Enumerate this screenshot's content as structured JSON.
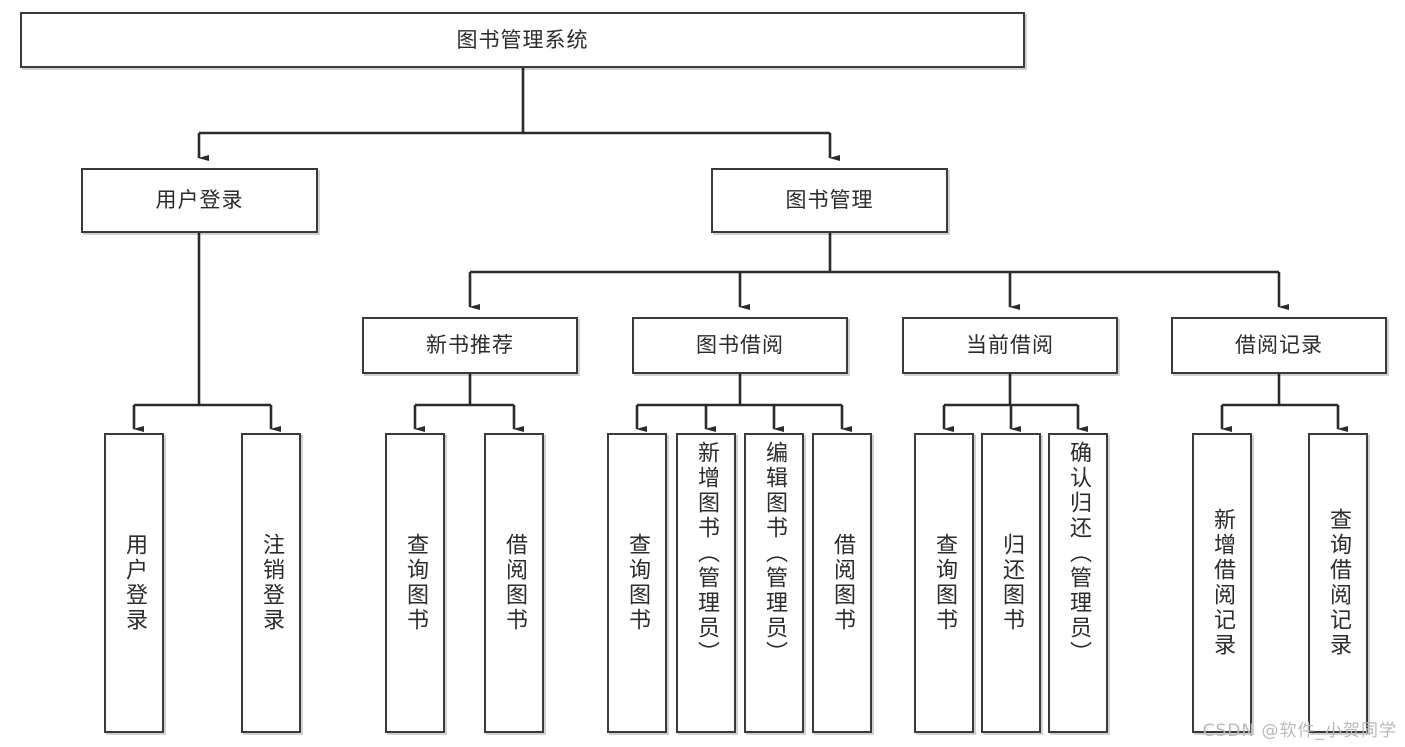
{
  "diagram": {
    "title": "图书管理系统",
    "type": "hierarchy-tree",
    "colors": {
      "box_border": "#3a3a3a",
      "box_fill": "#ffffff",
      "connector": "#2b2b2b",
      "text": "#2b2b2b",
      "watermark": "#b9b9b9"
    },
    "root": {
      "label": "图书管理系统"
    },
    "level2": [
      {
        "label": "用户登录"
      },
      {
        "label": "图书管理"
      }
    ],
    "level3": [
      {
        "label": "新书推荐"
      },
      {
        "label": "图书借阅"
      },
      {
        "label": "当前借阅"
      },
      {
        "label": "借阅记录"
      }
    ],
    "leaves": {
      "user_login": [
        {
          "label": "用户登录"
        },
        {
          "label": "注销登录"
        }
      ],
      "new_book_recommend": [
        {
          "label": "查询图书"
        },
        {
          "label": "借阅图书"
        }
      ],
      "book_borrow": [
        {
          "label": "查询图书"
        },
        {
          "label": "新增图书（管理员）"
        },
        {
          "label": "编辑图书（管理员）"
        },
        {
          "label": "借阅图书"
        }
      ],
      "current_borrow": [
        {
          "label": "查询图书"
        },
        {
          "label": "归还图书"
        },
        {
          "label": "确认归还（管理员）"
        }
      ],
      "borrow_records": [
        {
          "label": "新增借阅记录"
        },
        {
          "label": "查询借阅记录"
        }
      ]
    },
    "watermark": "CSDN @软件_小贺同学"
  }
}
